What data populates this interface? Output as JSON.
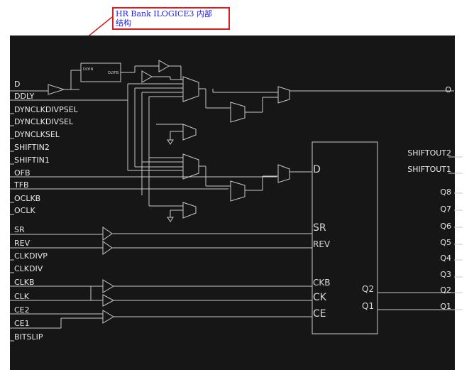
{
  "callout": {
    "line1": "HR Bank ILOGICE3 内部",
    "line2": "结构"
  },
  "colors": {
    "background": "#161616",
    "wire": "#c8c8c8",
    "callout_border": "#d42020",
    "callout_text": "#1a1aff"
  },
  "left_pins": [
    "D",
    "DDLY",
    "DYNCLKDIVPSEL",
    "DYNCLKDIVSEL",
    "DYNCLKSEL",
    "SHIFTIN2",
    "SHIFTIN1",
    "OFB",
    "TFB",
    "OCLKB",
    "OCLK",
    "SR",
    "REV",
    "CLKDIVP",
    "CLKDIV",
    "CLKB",
    "CLK",
    "CE2",
    "CE1",
    "BITSLIP"
  ],
  "right_pins": [
    "O",
    "SHIFTOUT2",
    "SHIFTOUT1",
    "Q8",
    "Q7",
    "Q6",
    "Q5",
    "Q4",
    "Q3",
    "Q2",
    "Q1"
  ],
  "block": {
    "d": "D",
    "sr": "SR",
    "rev": "REV",
    "ckb": "CKB",
    "ck": "CK",
    "ce": "CE",
    "q2": "Q2",
    "q1": "Q1"
  },
  "inner": {
    "delay_in": "DLYIN",
    "delay_out": "DLYFB"
  }
}
